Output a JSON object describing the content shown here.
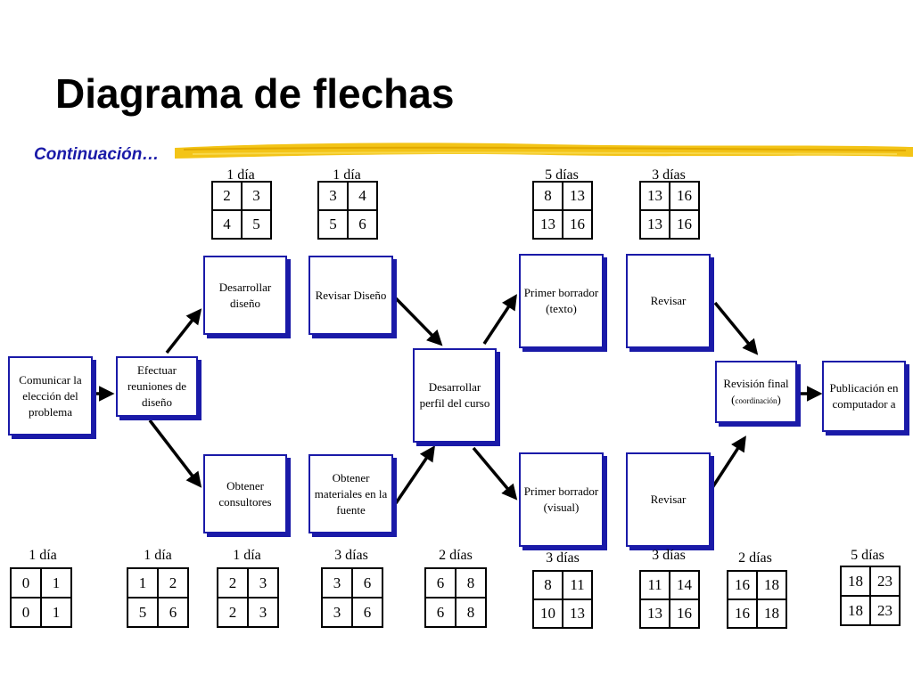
{
  "title": "Diagrama de flechas",
  "subtitle": "Continuación…",
  "nodes": {
    "comunicar": "Comunicar la elección del problema",
    "efectuar": "Efectuar reuniones de diseño",
    "desarrollar_diseno": "Desarrollar diseño",
    "revisar_diseno": "Revisar Diseño",
    "obtener_consultores": "Obtener consultores",
    "obtener_materiales": "Obtener materiales en la fuente",
    "desarrollar_perfil": "Desarrollar perfil del curso",
    "primer_borrador_texto": "Primer borrador (texto)",
    "primer_borrador_visual": "Primer borrador (visual)",
    "revisar_top": "Revisar",
    "revisar_bottom": "Revisar",
    "revision_final_main": "Revisión final",
    "revision_final_sub": "coordinación",
    "publicacion": "Publicación en computador a"
  },
  "schedule": [
    {
      "id": "t1",
      "duration": "1 día",
      "es": "2",
      "ef": "3",
      "ls": "4",
      "lf": "5"
    },
    {
      "id": "t2",
      "duration": "1 día",
      "es": "3",
      "ef": "4",
      "ls": "5",
      "lf": "6"
    },
    {
      "id": "t3",
      "duration": "5 días",
      "es": "8",
      "ef": "13",
      "ls": "13",
      "lf": "16"
    },
    {
      "id": "t4",
      "duration": "3 días",
      "es": "13",
      "ef": "16",
      "ls": "13",
      "lf": "16"
    },
    {
      "id": "b1",
      "duration": "1 día",
      "es": "0",
      "ef": "1",
      "ls": "0",
      "lf": "1"
    },
    {
      "id": "b2",
      "duration": "1 día",
      "es": "1",
      "ef": "2",
      "ls": "5",
      "lf": "6"
    },
    {
      "id": "b3",
      "duration": "1 día",
      "es": "2",
      "ef": "3",
      "ls": "2",
      "lf": "3"
    },
    {
      "id": "b4",
      "duration": "3 días",
      "es": "3",
      "ef": "6",
      "ls": "3",
      "lf": "6"
    },
    {
      "id": "b5",
      "duration": "2 días",
      "es": "6",
      "ef": "8",
      "ls": "6",
      "lf": "8"
    },
    {
      "id": "b6",
      "duration": "3 días",
      "es": "8",
      "ef": "11",
      "ls": "10",
      "lf": "13"
    },
    {
      "id": "b7",
      "duration": "3 días",
      "es": "11",
      "ef": "14",
      "ls": "13",
      "lf": "16"
    },
    {
      "id": "b8",
      "duration": "2 días",
      "es": "16",
      "ef": "18",
      "ls": "16",
      "lf": "18"
    },
    {
      "id": "b9",
      "duration": "5 días",
      "es": "18",
      "ef": "23",
      "ls": "18",
      "lf": "23"
    }
  ]
}
